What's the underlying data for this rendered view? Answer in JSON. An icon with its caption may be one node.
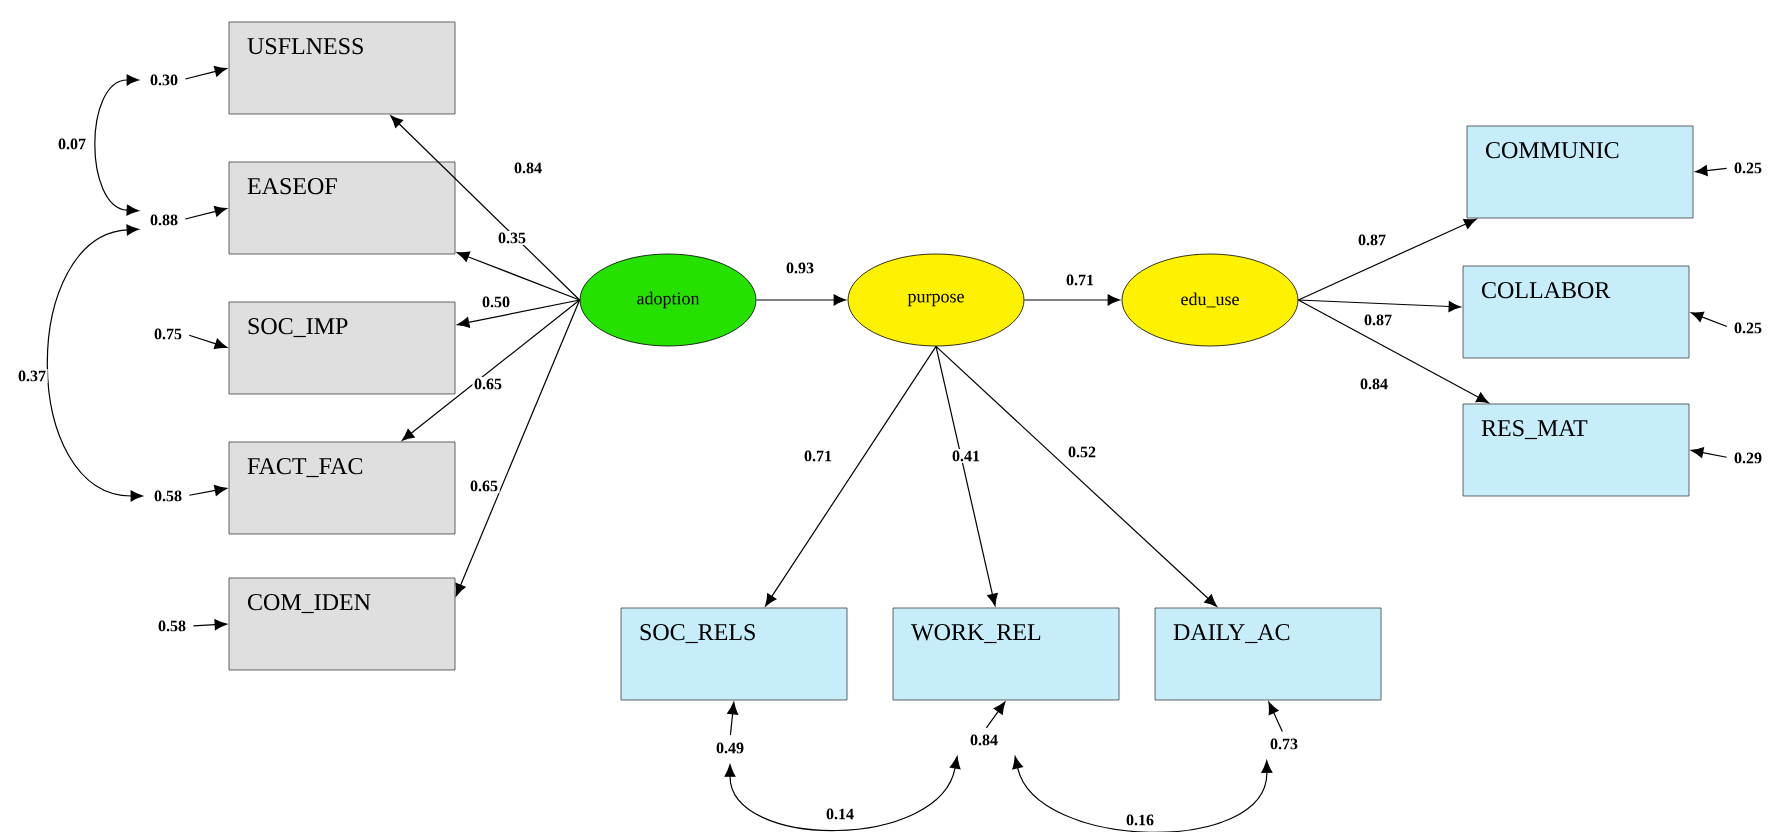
{
  "diagram": {
    "nodes": [
      {
        "text": [
          "USFLNESS"
        ]
      },
      {
        "text": [
          "EASEOF"
        ]
      },
      {
        "text": [
          "SOC_IMP"
        ]
      },
      {
        "text": [
          "FACT_FAC"
        ]
      },
      {
        "text": [
          "COM_IDEN"
        ]
      },
      {
        "text": [
          "adoption"
        ]
      },
      {
        "text": [
          "purpose"
        ]
      },
      {
        "text": [
          "edu_use"
        ]
      },
      {
        "text": [
          "COMMUNIC"
        ]
      },
      {
        "text": [
          "COLLABOR"
        ]
      },
      {
        "text": [
          "RES_MAT"
        ]
      },
      {
        "text": [
          "SOC_RELS"
        ]
      },
      {
        "text": [
          "WORK_REL"
        ]
      },
      {
        "text": [
          "DAILY_AC"
        ]
      },
      {
        "text": [
          "0.30"
        ]
      },
      {
        "text": [
          "0.88"
        ]
      },
      {
        "text": [
          "0.75"
        ]
      },
      {
        "text": [
          "0.58"
        ]
      },
      {
        "text": [
          "0.58"
        ]
      },
      {
        "text": [
          "0.25"
        ]
      },
      {
        "text": [
          "0.25"
        ]
      },
      {
        "text": [
          "0.29"
        ]
      },
      {
        "text": [
          "0.49"
        ]
      },
      {
        "text": [
          "0.84"
        ]
      },
      {
        "text": [
          "0.73"
        ]
      }
    ],
    "edges": [
      {
        "from": 5,
        "to": 0,
        "arrow": "to",
        "label": "0.84"
      },
      {
        "from": 5,
        "to": 1,
        "arrow": "to",
        "label": "0.35"
      },
      {
        "from": 5,
        "to": 2,
        "arrow": "to",
        "label": "0.50"
      },
      {
        "from": 5,
        "to": 3,
        "arrow": "to",
        "label": "0.65"
      },
      {
        "from": 5,
        "to": 4,
        "arrow": "to",
        "label": "0.65"
      },
      {
        "from": 5,
        "to": 6,
        "arrow": "to",
        "label": "0.93"
      },
      {
        "from": 6,
        "to": 7,
        "arrow": "to",
        "label": "0.71"
      },
      {
        "from": 7,
        "to": 8,
        "arrow": "to",
        "label": "0.87"
      },
      {
        "from": 7,
        "to": 9,
        "arrow": "to",
        "label": "0.87"
      },
      {
        "from": 7,
        "to": 10,
        "arrow": "to",
        "label": "0.84"
      },
      {
        "from": 6,
        "to": 11,
        "arrow": "to",
        "label": "0.71"
      },
      {
        "from": 6,
        "to": 12,
        "arrow": "to",
        "label": "0.41"
      },
      {
        "from": 6,
        "to": 13,
        "arrow": "to",
        "label": "0.52"
      },
      {
        "from": 14,
        "to": 0,
        "arrow": "to"
      },
      {
        "from": 15,
        "to": 1,
        "arrow": "to"
      },
      {
        "from": 16,
        "to": 2,
        "arrow": "to"
      },
      {
        "from": 17,
        "to": 3,
        "arrow": "to"
      },
      {
        "from": 18,
        "to": 4,
        "arrow": "to"
      },
      {
        "from": 19,
        "to": 8,
        "arrow": "to"
      },
      {
        "from": 20,
        "to": 9,
        "arrow": "to"
      },
      {
        "from": 21,
        "to": 10,
        "arrow": "to"
      },
      {
        "from": 22,
        "to": 11,
        "arrow": "to"
      },
      {
        "from": 23,
        "to": 12,
        "arrow": "to"
      },
      {
        "from": 24,
        "to": 13,
        "arrow": "to"
      },
      {
        "from": 14,
        "to": 15,
        "arrow": "both",
        "label": "0.07"
      },
      {
        "from": 15,
        "to": 17,
        "arrow": "both",
        "label": "0.37"
      },
      {
        "from": 22,
        "to": 23,
        "arrow": "both",
        "label": "0.14"
      },
      {
        "from": 23,
        "to": 24,
        "arrow": "both",
        "label": "0.16"
      }
    ]
  }
}
